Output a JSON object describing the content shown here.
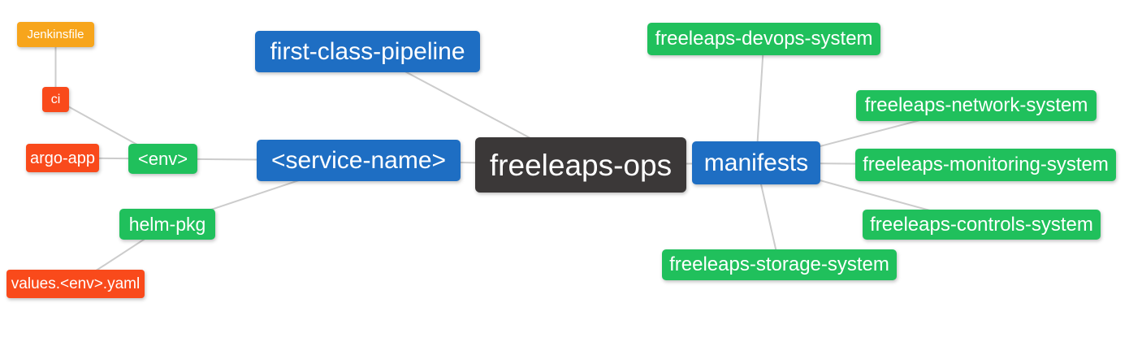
{
  "diagram": {
    "type": "mindmap",
    "root_label": "freeleaps-ops"
  },
  "colors": {
    "blue": "#1e6ec3",
    "green": "#20c05c",
    "red": "#f94a1b",
    "orange": "#f7a51c",
    "dark": "#3b3838",
    "edge": "#cccccc",
    "text": "#ffffff",
    "background": "#ffffff"
  },
  "nodes": {
    "jenkinsfile": {
      "label": "Jenkinsfile"
    },
    "ci": {
      "label": "ci"
    },
    "argo_app": {
      "label": "argo-app"
    },
    "env": {
      "label": "<env>"
    },
    "helm_pkg": {
      "label": "helm-pkg"
    },
    "values_yaml": {
      "label": "values.<env>.yaml"
    },
    "pipeline": {
      "label": "first-class-pipeline"
    },
    "service_name": {
      "label": "<service-name>"
    },
    "ops": {
      "label": "freeleaps-ops"
    },
    "manifests": {
      "label": "manifests"
    },
    "devops_sys": {
      "label": "freeleaps-devops-system"
    },
    "network_sys": {
      "label": "freeleaps-network-system"
    },
    "monitor_sys": {
      "label": "freeleaps-monitoring-system"
    },
    "controls_sys": {
      "label": "freeleaps-controls-system"
    },
    "storage_sys": {
      "label": "freeleaps-storage-system"
    }
  },
  "edges": [
    [
      "jenkinsfile",
      "ci"
    ],
    [
      "ci",
      "env"
    ],
    [
      "argo_app",
      "env"
    ],
    [
      "env",
      "service_name"
    ],
    [
      "helm_pkg",
      "service_name"
    ],
    [
      "values_yaml",
      "helm_pkg"
    ],
    [
      "pipeline",
      "ops"
    ],
    [
      "service_name",
      "ops"
    ],
    [
      "ops",
      "manifests"
    ],
    [
      "manifests",
      "devops_sys"
    ],
    [
      "manifests",
      "network_sys"
    ],
    [
      "manifests",
      "monitor_sys"
    ],
    [
      "manifests",
      "controls_sys"
    ],
    [
      "manifests",
      "storage_sys"
    ]
  ]
}
